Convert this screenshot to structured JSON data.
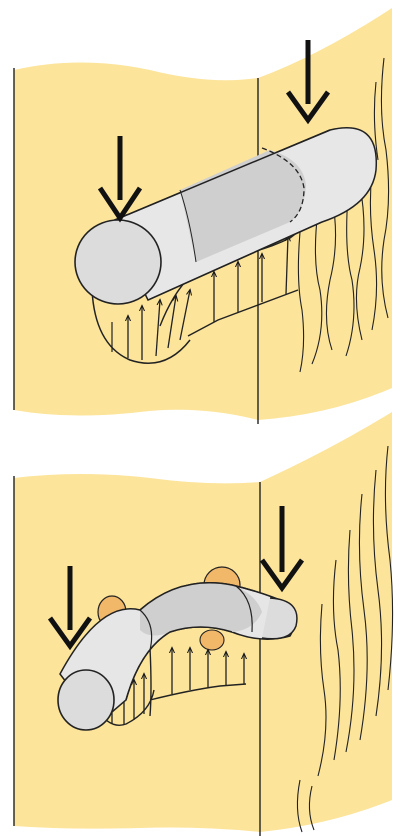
{
  "colors": {
    "paper": "#fce49a",
    "paper_edge": "#222222",
    "rod_light": "#e6e6e6",
    "rod_dark": "#d0d0d0",
    "rod_end": "#dcdcdc",
    "contact": "#f2b86a",
    "ink": "#1a1a1a"
  },
  "panels": [
    {
      "id": "panel-top",
      "description_icons": [
        "force-arrow-icon",
        "force-arrow-icon"
      ],
      "rod": "straight"
    },
    {
      "id": "panel-bottom",
      "description_icons": [
        "force-arrow-icon",
        "force-arrow-icon"
      ],
      "rod": "bent"
    }
  ]
}
